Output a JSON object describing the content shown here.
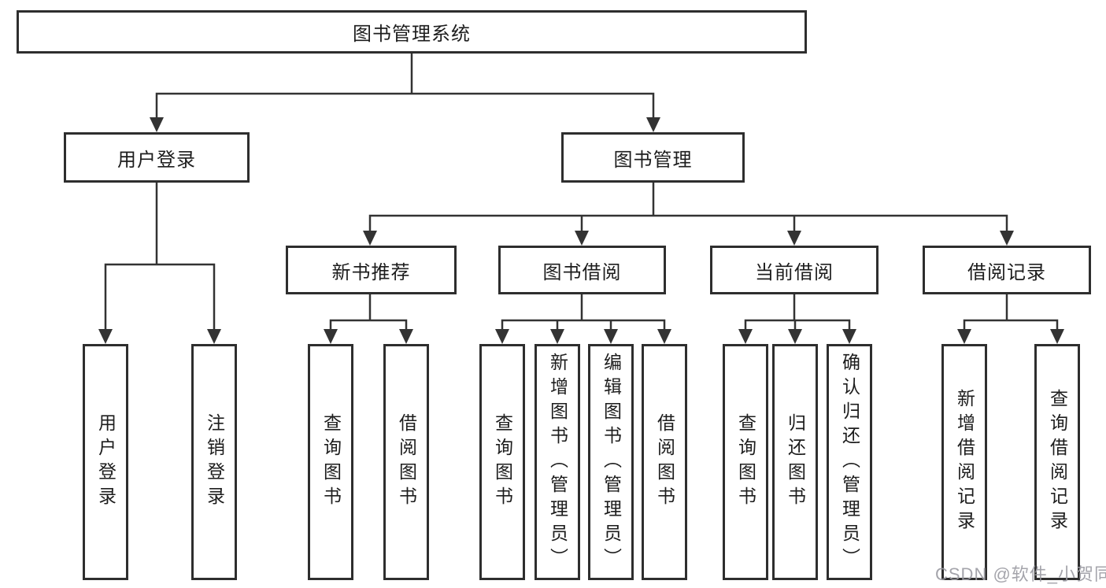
{
  "tree": {
    "label": "图书管理系统",
    "children": [
      {
        "label": "用户登录",
        "children": [
          {
            "label": "用户登录"
          },
          {
            "label": "注销登录"
          }
        ]
      },
      {
        "label": "图书管理",
        "children": [
          {
            "label": "新书推荐",
            "children": [
              {
                "label": "查询图书"
              },
              {
                "label": "借阅图书"
              }
            ]
          },
          {
            "label": "图书借阅",
            "children": [
              {
                "label": "查询图书"
              },
              {
                "label": "新增图书（管理员）"
              },
              {
                "label": "编辑图书（管理员）"
              },
              {
                "label": "借阅图书"
              }
            ]
          },
          {
            "label": "当前借阅",
            "children": [
              {
                "label": "查询图书"
              },
              {
                "label": "归还图书"
              },
              {
                "label": "确认归还（管理员）"
              }
            ]
          },
          {
            "label": "借阅记录",
            "children": [
              {
                "label": "新增借阅记录"
              },
              {
                "label": "查询借阅记录"
              }
            ]
          }
        ]
      }
    ]
  },
  "watermark": {
    "text": "CSDN @软件_小贺同学"
  },
  "colors": {
    "line": "#333333",
    "box_border": "#2e2e2e",
    "text": "#1d1d1d",
    "background": "#ffffff",
    "watermark": "#9b9ba2"
  }
}
